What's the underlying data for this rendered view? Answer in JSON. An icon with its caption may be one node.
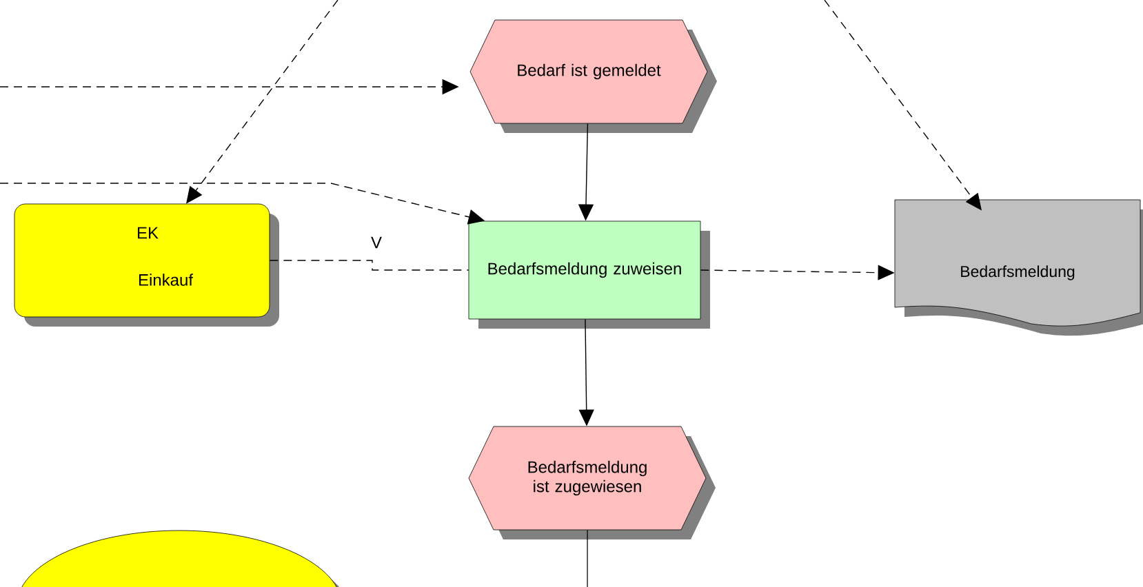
{
  "diagram": {
    "nodes": [
      {
        "text": [
          "Bedarf ist gemeldet"
        ]
      },
      {
        "text": [
          "Bedarfsmeldung zuweisen"
        ]
      },
      {
        "text": [
          "EK",
          "Einkauf"
        ]
      },
      {
        "text": [
          "Bedarfsmeldung"
        ]
      },
      {
        "text": [
          "Bedarfsmeldung ist zugewiesen"
        ]
      },
      {
        "text": [],
        "shape": "ellipse"
      }
    ],
    "edges": [
      {
        "from": null,
        "to": 0,
        "arrow": "to",
        "style": "dashed"
      },
      {
        "from": null,
        "to": 2,
        "arrow": "to",
        "style": "dashed"
      },
      {
        "from": null,
        "to": 3,
        "arrow": "to",
        "style": "dashed"
      },
      {
        "from": null,
        "to": 1,
        "arrow": "to",
        "style": "dashed"
      },
      {
        "from": 2,
        "to": 1,
        "arrow": "none",
        "style": "dashed",
        "label": "V"
      },
      {
        "from": 1,
        "to": 3,
        "arrow": "to",
        "style": "dashed"
      },
      {
        "from": 0,
        "to": 1,
        "arrow": "to"
      },
      {
        "from": 1,
        "to": 4,
        "arrow": "to"
      },
      {
        "from": 4,
        "to": null,
        "arrow": "none"
      }
    ]
  }
}
